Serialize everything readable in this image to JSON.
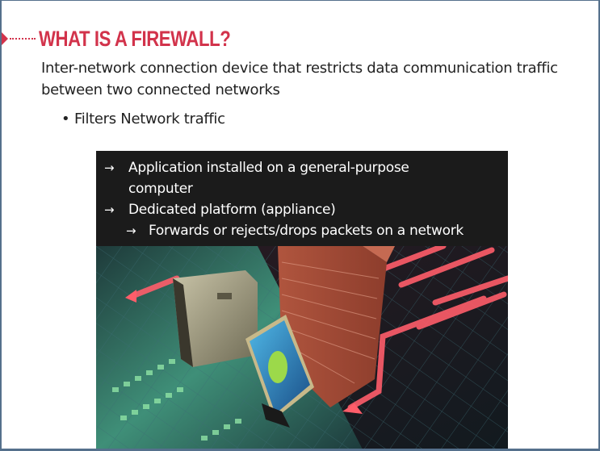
{
  "slide": {
    "title": "WHAT IS A FIREWALL?",
    "definition": "Inter-network connection device that restricts data communication traffic between two connected networks",
    "bullets": [
      {
        "marker": "•",
        "text": "Filters Network traffic"
      }
    ]
  },
  "figure": {
    "caption_items": [
      {
        "level": 1,
        "arrow": "→",
        "text": "Application installed on a general-purpose"
      },
      {
        "level": 1,
        "arrow": "",
        "text": "computer"
      },
      {
        "level": 1,
        "arrow": "→",
        "text": "Dedicated platform (appliance)"
      },
      {
        "level": 2,
        "arrow": "→",
        "text": "Forwards or rejects/drops packets on a network"
      }
    ],
    "illustration": "firewall-brick-wall-server-monitor-illustration"
  },
  "colors": {
    "accent": "#d2334b",
    "border": "#55708c",
    "caption_bg": "#1b1b1b",
    "text": "#222222"
  }
}
